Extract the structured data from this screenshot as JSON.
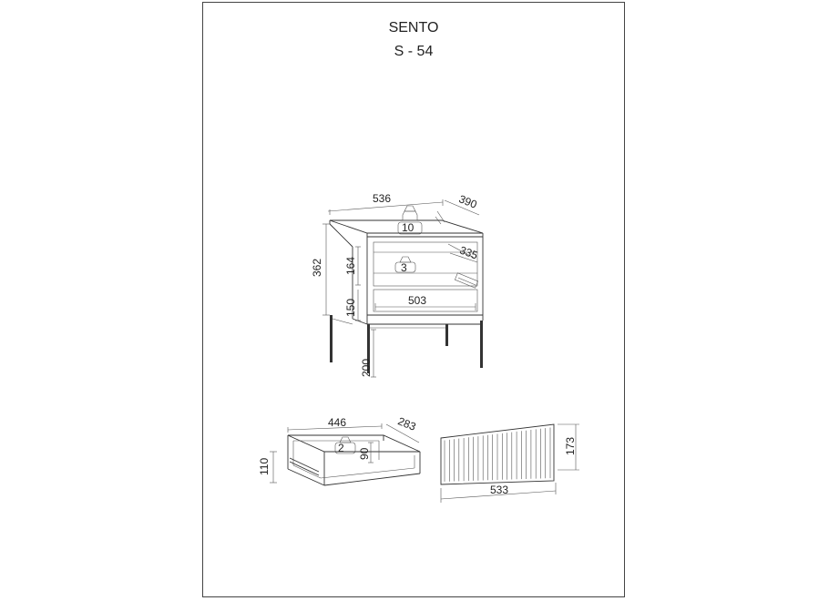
{
  "product": {
    "name": "SENTO",
    "code": "S - 54"
  },
  "dimensions": {
    "width": "536",
    "depth": "390",
    "height": "362",
    "shelf_height": "164",
    "shelf_depth": "335",
    "inner_width": "503",
    "drawer_space_height": "150",
    "leg_height": "200",
    "drawer_width": "446",
    "drawer_depth": "283",
    "drawer_height": "110",
    "drawer_inner_height": "90",
    "front_width": "533",
    "front_height": "173"
  },
  "load_limits": {
    "top": "10",
    "shelf": "3",
    "drawer": "2"
  }
}
